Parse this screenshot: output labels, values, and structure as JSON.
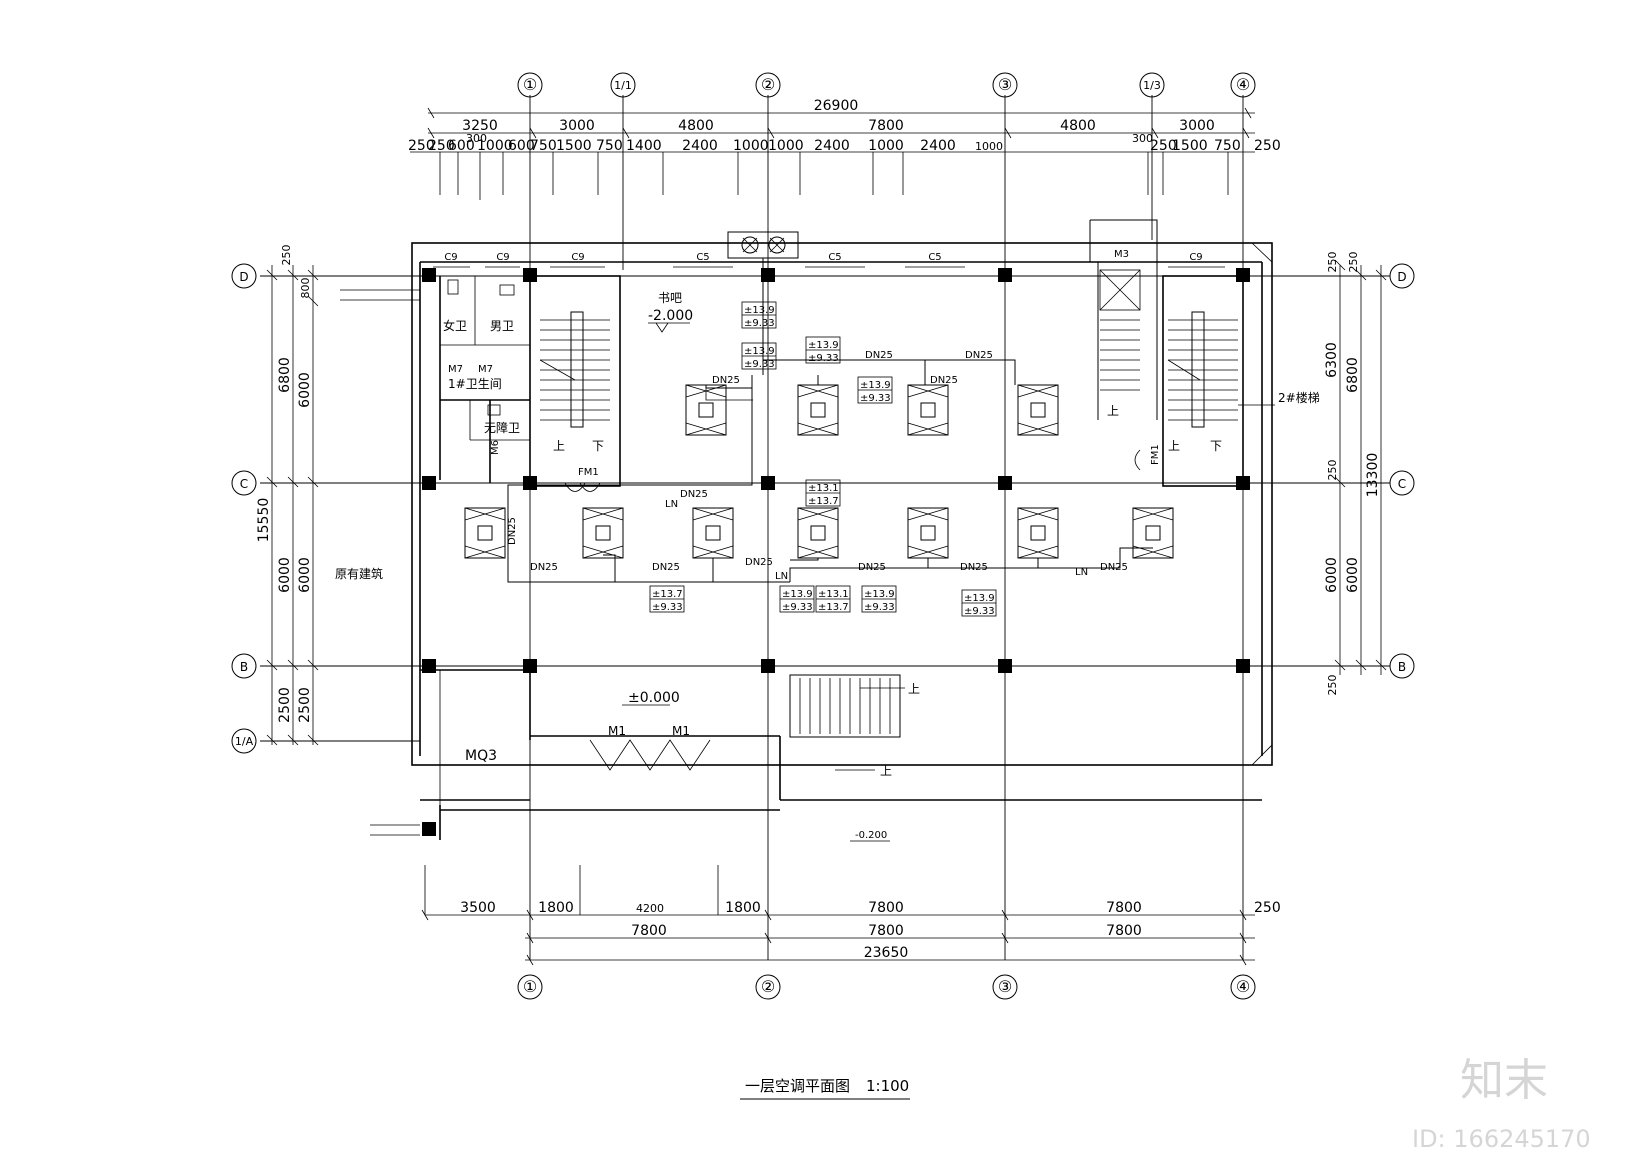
{
  "title": "一层空调平面图",
  "scale": "1:100",
  "watermark": {
    "logo_text": "知末",
    "id_text": "ID: 166245170"
  },
  "axes": {
    "top": [
      "①",
      "1/1",
      "②",
      "③",
      "1/3",
      "④"
    ],
    "bottom": [
      "①",
      "②",
      "③",
      "④"
    ],
    "left": [
      "D",
      "C",
      "B",
      "1/A"
    ],
    "right": [
      "D",
      "C",
      "B"
    ]
  },
  "dims_top": {
    "overall": "26900",
    "row2": [
      "3250",
      "3000",
      "4800",
      "7800",
      "4800",
      "3000"
    ],
    "row3": [
      "250",
      "250",
      "600",
      "300",
      "1000",
      "600",
      "750",
      "1500",
      "750",
      "1400",
      "2400",
      "1000",
      "1000",
      "2400",
      "1000",
      "2400",
      "1000",
      "300",
      "250",
      "1500",
      "750",
      "250"
    ]
  },
  "dims_bottom": {
    "row1": [
      "3500",
      "1800",
      "4200",
      "1800",
      "7800",
      "7800",
      "250"
    ],
    "row2": [
      "7800",
      "7800",
      "7800"
    ],
    "overall": "23650"
  },
  "dims_left": {
    "outer": "15550",
    "mid": [
      "6800",
      "6000",
      "2500"
    ],
    "inner": [
      "250",
      "800",
      "6000",
      "6000",
      "2500"
    ]
  },
  "dims_right": {
    "outer": "13300",
    "mid": [
      "6800",
      "6000"
    ],
    "inner": [
      "250",
      "250",
      "6300",
      "250",
      "6000",
      "250"
    ]
  },
  "windows": [
    "C9",
    "C9",
    "C9",
    "C5",
    "C5",
    "C5",
    "C9"
  ],
  "doors": [
    "M3",
    "M7",
    "M7",
    "M6",
    "FM1",
    "FM1",
    "M1",
    "M1",
    "MQ3"
  ],
  "rooms": {
    "womens_wc": "女卫",
    "mens_wc": "男卫",
    "toilet_1": "1#卫生间",
    "accessible_wc": "无障卫",
    "existing": "原有建筑",
    "stair_2": "2#楼梯",
    "bar": "书吧"
  },
  "stair_marks": {
    "up": "上",
    "down": "下"
  },
  "levels": {
    "bar": "-2.000",
    "ground": "±0.000",
    "outside": "-0.200"
  },
  "pipe_labels": [
    "DN25",
    "LN"
  ],
  "legend_labels": [
    "±13.9",
    "±13.7",
    "±13.1",
    "±9.33"
  ]
}
